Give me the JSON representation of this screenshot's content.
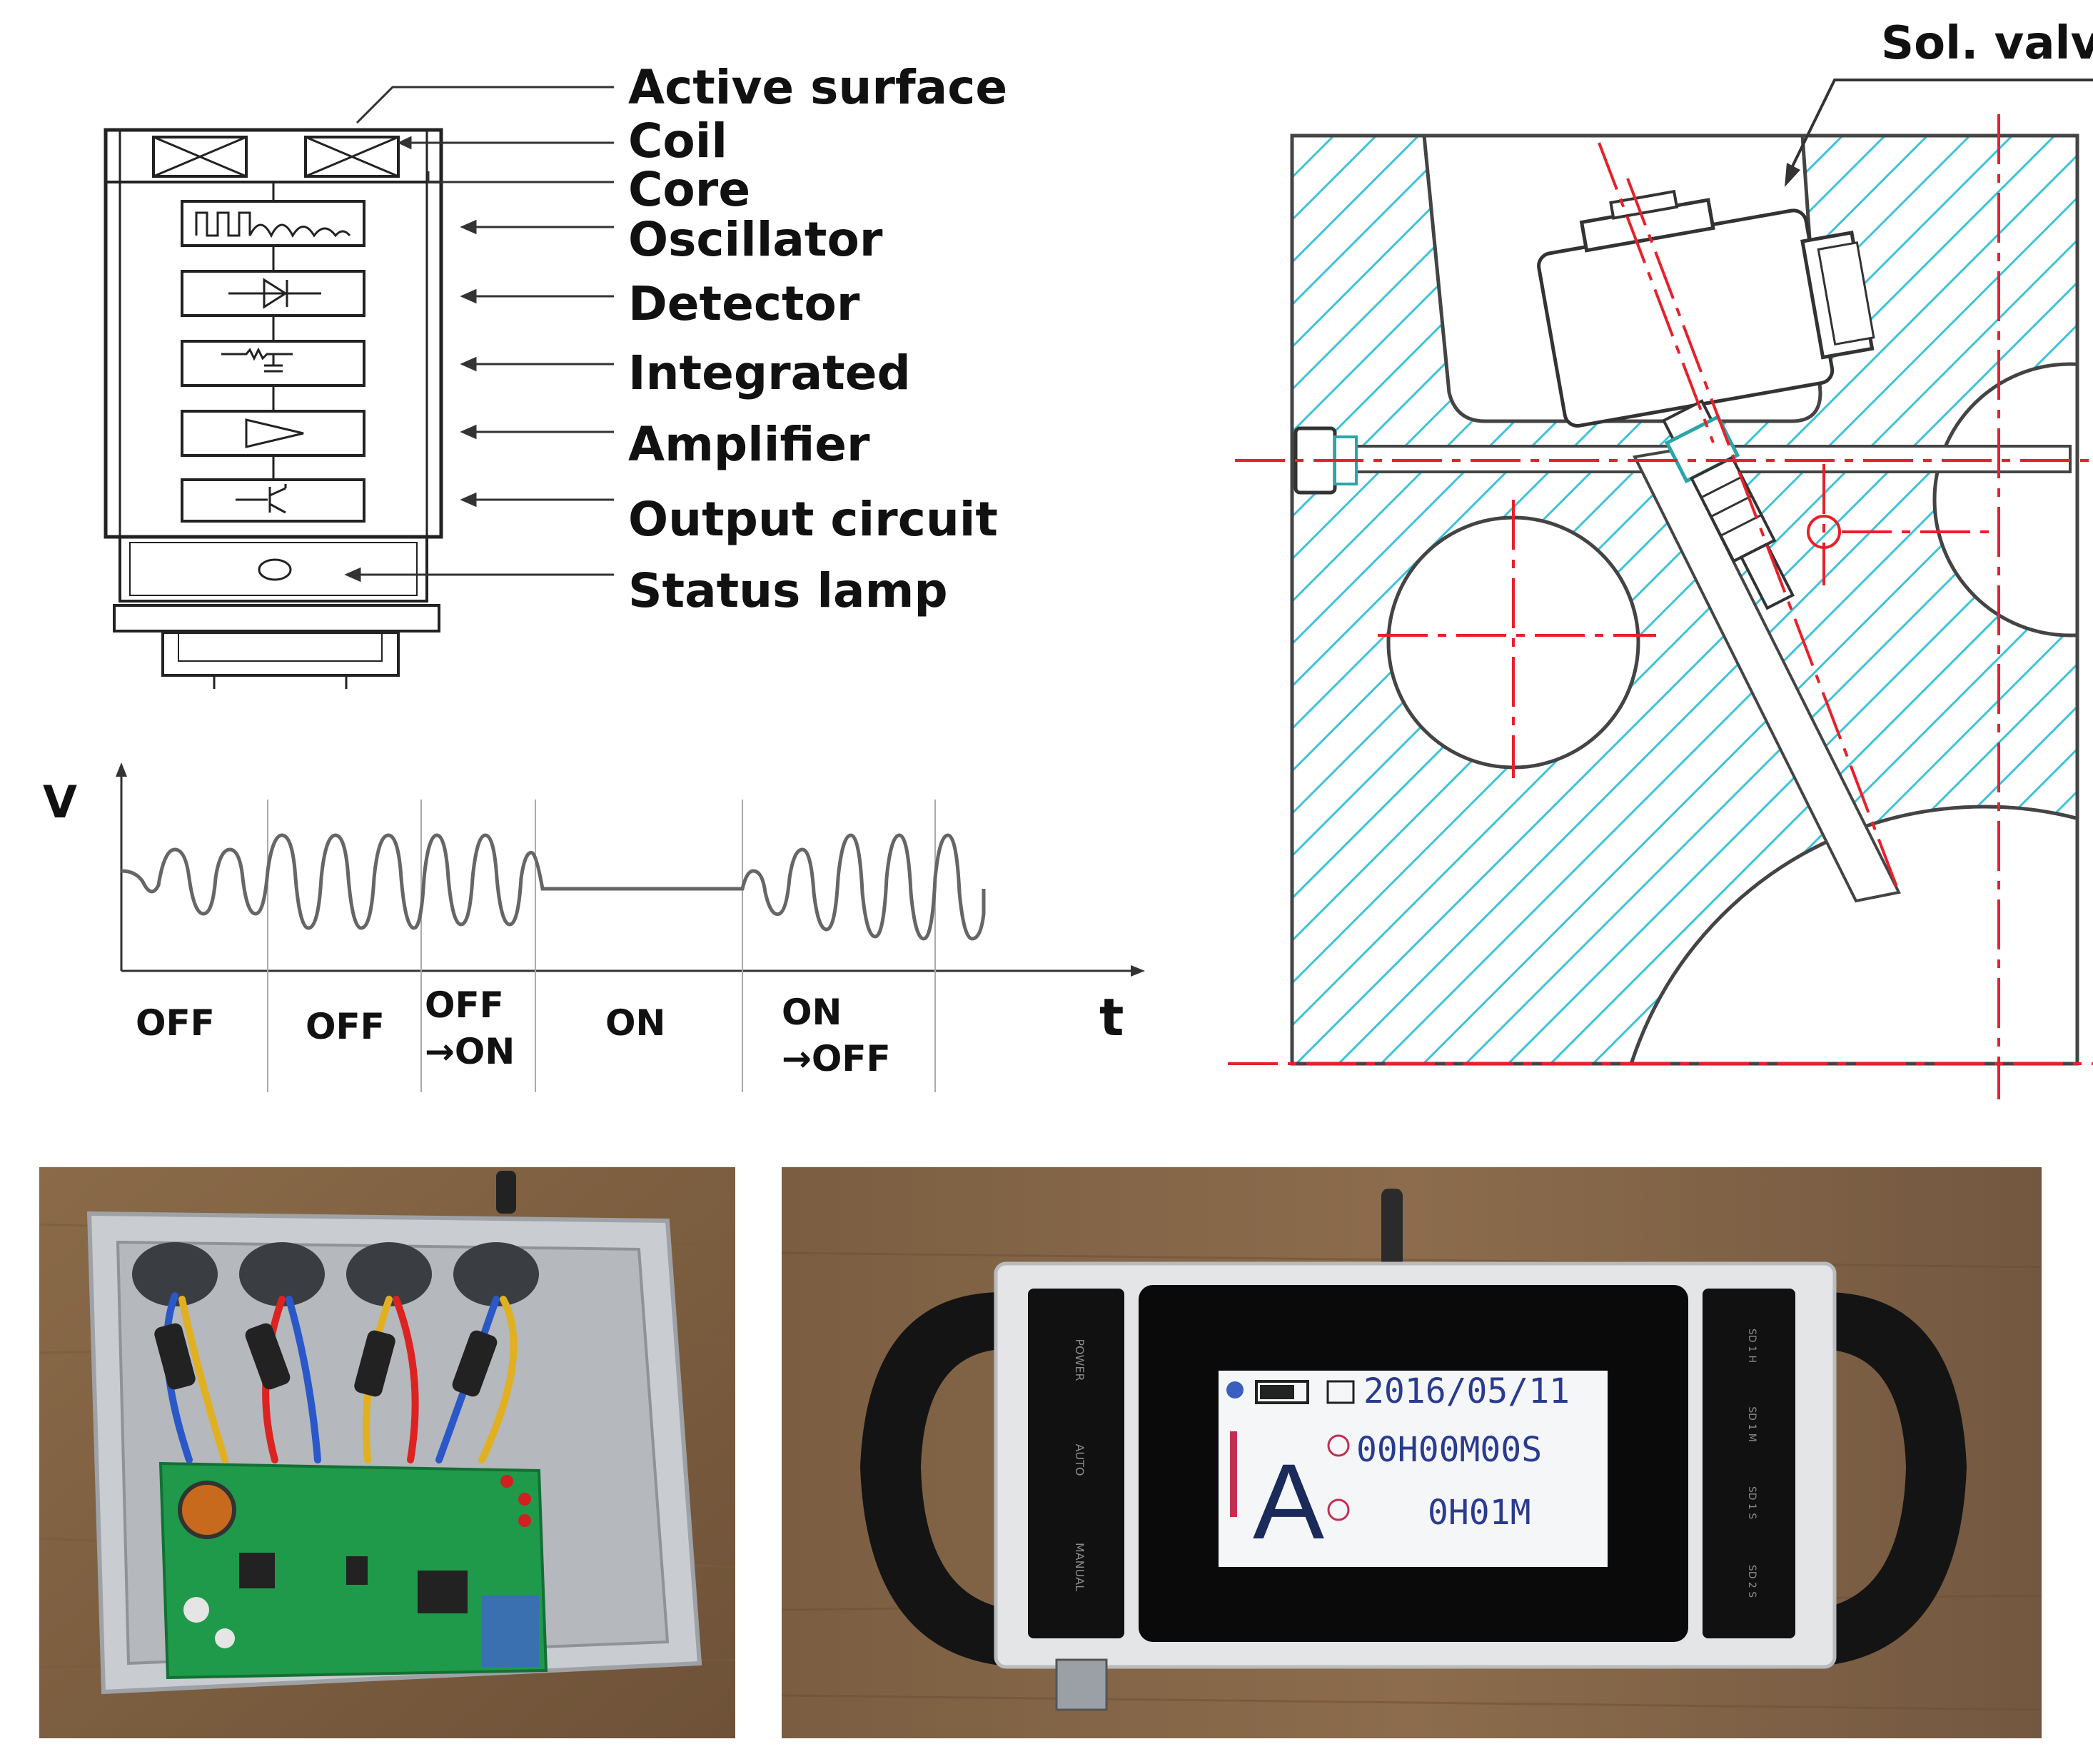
{
  "sensor": {
    "labels": [
      "Active surface",
      "Coil",
      "Core",
      "Oscillator",
      "Detector",
      "Integrated",
      "Amplifier",
      "Output circuit",
      "Status lamp"
    ]
  },
  "waveform": {
    "y_label": "V",
    "x_label": "t",
    "states": [
      {
        "line1": "OFF",
        "line2": ""
      },
      {
        "line1": "OFF",
        "line2": ""
      },
      {
        "line1": "OFF",
        "line2": "→ON"
      },
      {
        "line1": "ON",
        "line2": ""
      },
      {
        "line1": "ON",
        "line2": "→OFF"
      }
    ]
  },
  "valve": {
    "label": "Sol. valve",
    "hatch_color": "#3cc3d8",
    "centerline_color": "#e8202a"
  },
  "controller_photo": {
    "buttons_left": [
      "POWER",
      "AUTO",
      "MANUAL"
    ],
    "buttons_right": [
      "SD 1 H",
      "SD 1 M",
      "SD 1 S",
      "SD 2 S"
    ],
    "lcd": {
      "date": "2016/05/11",
      "mode": "A",
      "timer1": "00H00M00S",
      "timer2": "0H01M"
    }
  }
}
